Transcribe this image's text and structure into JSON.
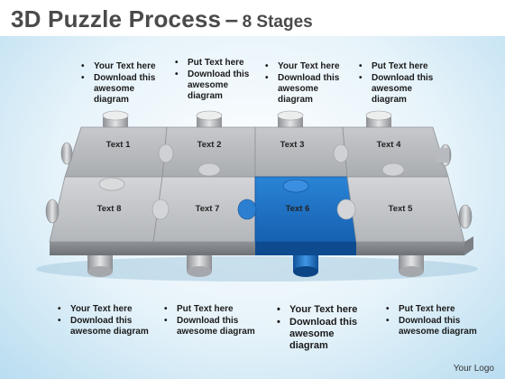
{
  "title": {
    "main": "3D Puzzle Process",
    "dash": "–",
    "sub": "8 Stages"
  },
  "top_callouts": [
    [
      "Your Text here",
      "Download this awesome diagram"
    ],
    [
      "Put Text here",
      "Download this awesome diagram"
    ],
    [
      "Your Text here",
      "Download this awesome diagram"
    ],
    [
      "Put Text here",
      "Download this awesome diagram"
    ]
  ],
  "bottom_callouts": [
    [
      "Your Text here",
      "Download this awesome diagram"
    ],
    [
      "Put Text here",
      "Download this awesome diagram"
    ],
    [
      "Your Text here",
      "Download this awesome diagram"
    ],
    [
      "Put Text here",
      "Download this awesome diagram"
    ]
  ],
  "pieces": {
    "p1": "Text 1",
    "p2": "Text 2",
    "p3": "Text 3",
    "p4": "Text 4",
    "p5": "Text 5",
    "p6": "Text 6",
    "p7": "Text 7",
    "p8": "Text 8"
  },
  "colors": {
    "accent": "#1e73c8",
    "piece": "#c4c6c9",
    "piece_dark": "#9a9da1"
  },
  "footer": "Your Logo"
}
